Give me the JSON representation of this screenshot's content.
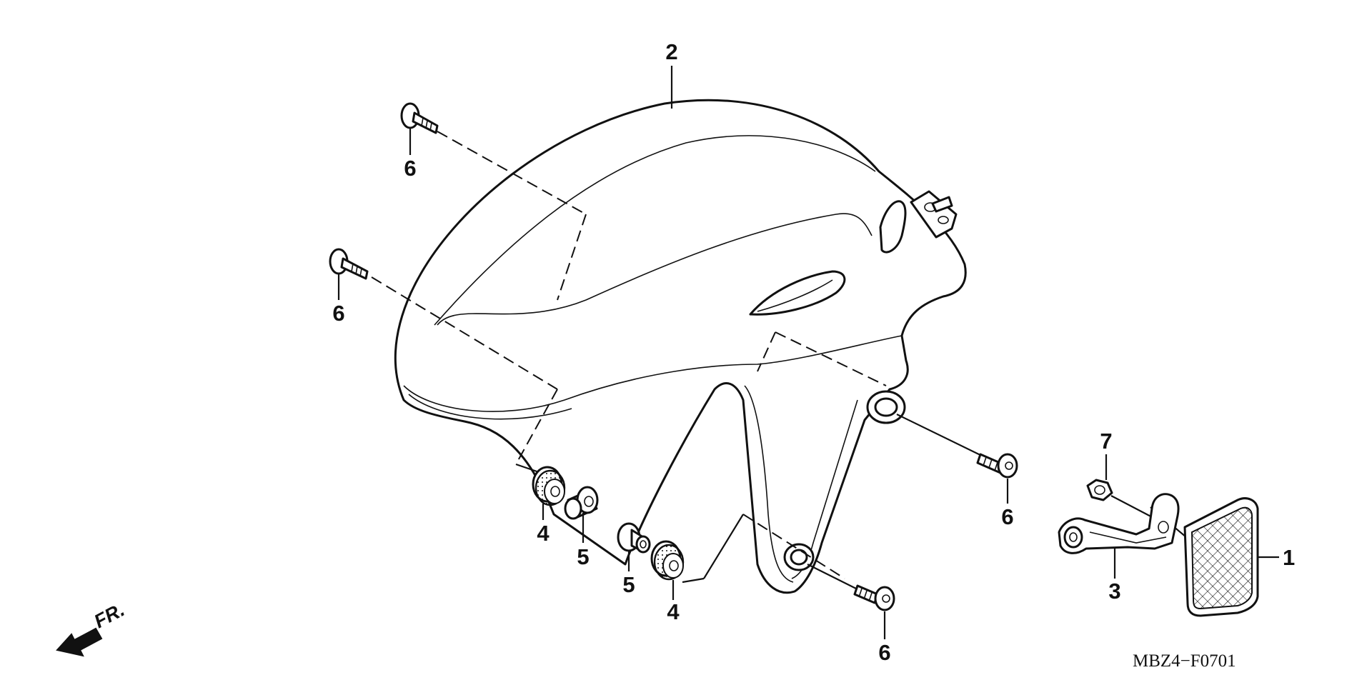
{
  "callouts": {
    "c1": "1",
    "c2": "2",
    "c3": "3",
    "c4a": "4",
    "c4b": "4",
    "c5a": "5",
    "c5b": "5",
    "c6a": "6",
    "c6b": "6",
    "c6c": "6",
    "c6d": "6",
    "c7": "7"
  },
  "diagram_code": "MBZ4−F0701",
  "direction_label": "FR."
}
